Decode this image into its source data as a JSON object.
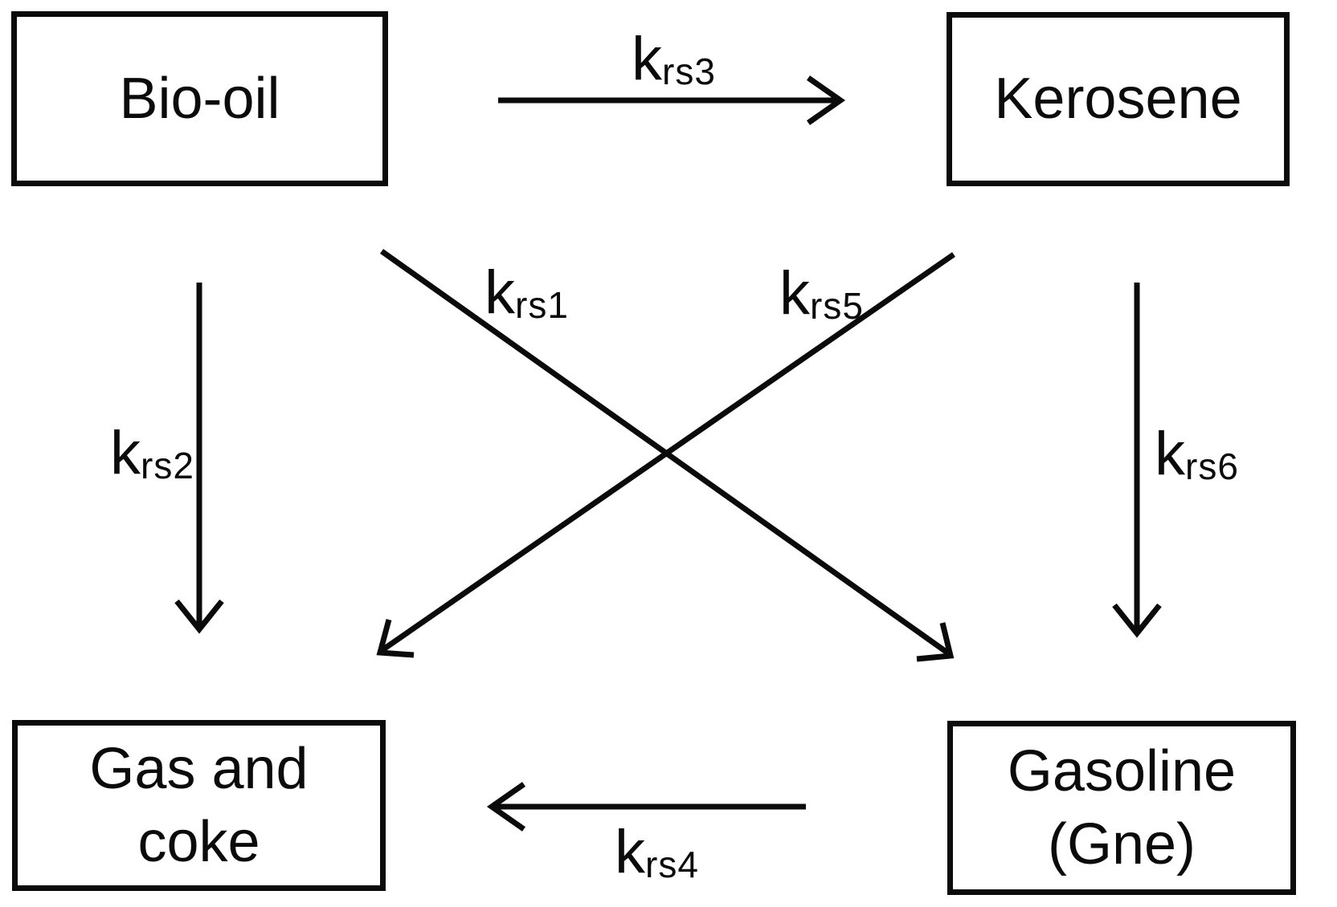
{
  "diagram_type": "reaction-scheme",
  "colors": {
    "line": "#0b0b0b",
    "background": "#ffffff"
  },
  "nodes": {
    "bio_oil": {
      "label": "Bio-oil"
    },
    "kerosene": {
      "label": "Kerosene"
    },
    "gas_and_coke": {
      "lines": [
        "Gas and",
        "coke"
      ]
    },
    "gasoline": {
      "lines": [
        "Gasoline",
        "(Gne)"
      ]
    }
  },
  "rate_constants": {
    "krs1": {
      "base": "k",
      "sub": "rs1",
      "from": "Bio-oil",
      "to": "Gasoline (Gne)"
    },
    "krs2": {
      "base": "k",
      "sub": "rs2",
      "from": "Bio-oil",
      "to": "Gas and coke"
    },
    "krs3": {
      "base": "k",
      "sub": "rs3",
      "from": "Bio-oil",
      "to": "Kerosene"
    },
    "krs4": {
      "base": "k",
      "sub": "rs4",
      "from": "Gasoline (Gne)",
      "to": "Gas and coke"
    },
    "krs5": {
      "base": "k",
      "sub": "rs5",
      "from": "Kerosene",
      "to": "Gas and coke"
    },
    "krs6": {
      "base": "k",
      "sub": "rs6",
      "from": "Kerosene",
      "to": "Gasoline (Gne)"
    }
  }
}
